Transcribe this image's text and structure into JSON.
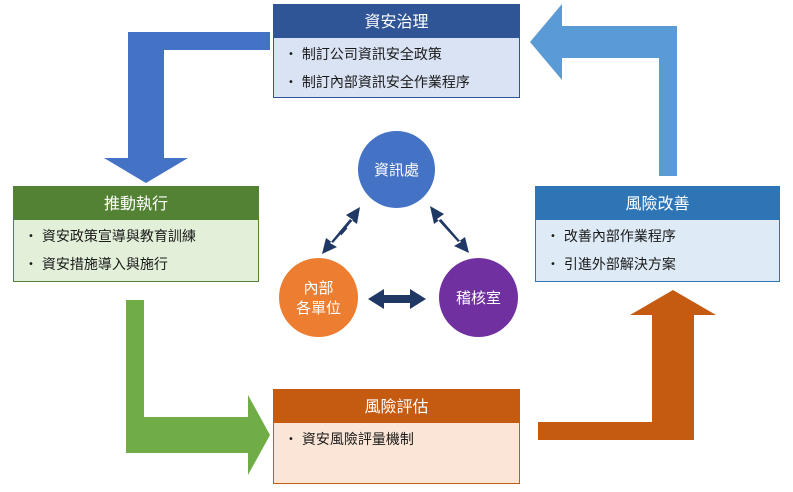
{
  "colors": {
    "governance": "#2f5597",
    "execution": "#548235",
    "improvement": "#2e75b6",
    "risk": "#c55a11",
    "info_office": "#4472c4",
    "audit_office": "#7030a0",
    "departments": "#ed7d31",
    "connector": "#1f3864"
  },
  "governance": {
    "title": "資安治理",
    "items": [
      "制訂公司資訊安全政策",
      "制訂內部資訊安全作業程序"
    ]
  },
  "execution": {
    "title": "推動執行",
    "items": [
      "資安政策宣導與教育訓練",
      "資安措施導入與施行"
    ]
  },
  "improvement": {
    "title": "風險改善",
    "items": [
      "改善內部作業程序",
      "引進外部解決方案"
    ]
  },
  "risk": {
    "title": "風險評估",
    "items": [
      "資安風險評量機制"
    ]
  },
  "center": {
    "info_office": "資訊處",
    "audit_office": "稽核室",
    "departments": "內部\n各單位"
  }
}
